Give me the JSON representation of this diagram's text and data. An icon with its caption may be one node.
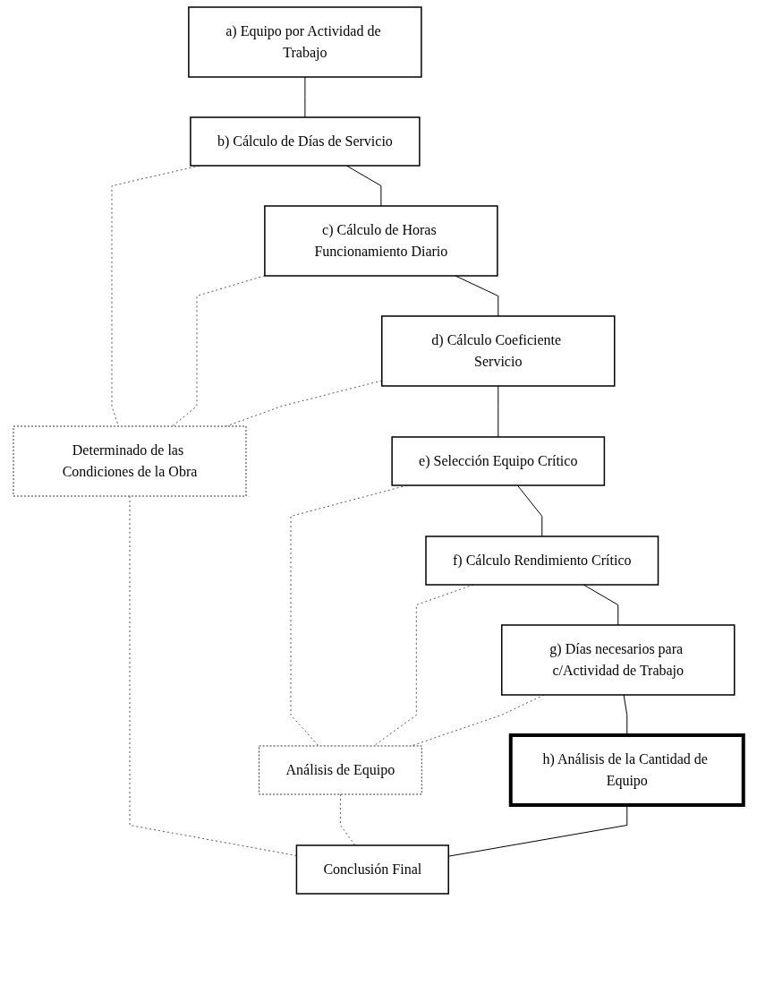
{
  "diagram": {
    "nodes": [
      {
        "text": [
          "a) Equipo por Actividad de Trabajo"
        ]
      },
      {
        "text": [
          "b) Cálculo de Días de Servicio"
        ]
      },
      {
        "text": [
          "c) Cálculo de Horas Funcionamiento Diario"
        ]
      },
      {
        "text": [
          "Determinado de las Condiciones de la Obra"
        ]
      },
      {
        "text": [
          "d) Cálculo Coeficiente Servicio"
        ]
      },
      {
        "text": [
          "e) Selección Equipo Crítico"
        ]
      },
      {
        "text": [
          "f) Cálculo Rendimiento Crítico"
        ]
      },
      {
        "text": [
          "Análisis de Equipo"
        ]
      },
      {
        "text": [
          "g) Días necesarios para c/Actividad de Trabajo"
        ]
      },
      {
        "text": [
          "h) Análisis de la Cantidad de Equipo"
        ]
      },
      {
        "text": [
          "Conclusión Final"
        ]
      }
    ],
    "edges": [
      {
        "from": 0,
        "to": 1,
        "arrow": "none"
      },
      {
        "from": 1,
        "to": 2,
        "arrow": "none"
      },
      {
        "from": 1,
        "to": 3,
        "arrow": "none",
        "style": "dashed"
      },
      {
        "from": 2,
        "to": 3,
        "arrow": "none",
        "style": "dashed"
      },
      {
        "from": 2,
        "to": 4,
        "arrow": "none"
      },
      {
        "from": 4,
        "to": 3,
        "arrow": "none",
        "style": "dashed"
      },
      {
        "from": 4,
        "to": 5,
        "arrow": "none"
      },
      {
        "from": 5,
        "to": 6,
        "arrow": "none"
      },
      {
        "from": 5,
        "to": 7,
        "arrow": "none",
        "style": "dashed"
      },
      {
        "from": 6,
        "to": 7,
        "arrow": "none",
        "style": "dashed"
      },
      {
        "from": 6,
        "to": 8,
        "arrow": "none"
      },
      {
        "from": 8,
        "to": 7,
        "arrow": "none",
        "style": "dashed"
      },
      {
        "from": 8,
        "to": 9,
        "arrow": "none"
      },
      {
        "from": 3,
        "to": 10,
        "arrow": "none",
        "style": "dashed"
      },
      {
        "from": 7,
        "to": 10,
        "arrow": "none",
        "style": "dashed"
      },
      {
        "from": 9,
        "to": 10,
        "arrow": "none"
      }
    ]
  }
}
